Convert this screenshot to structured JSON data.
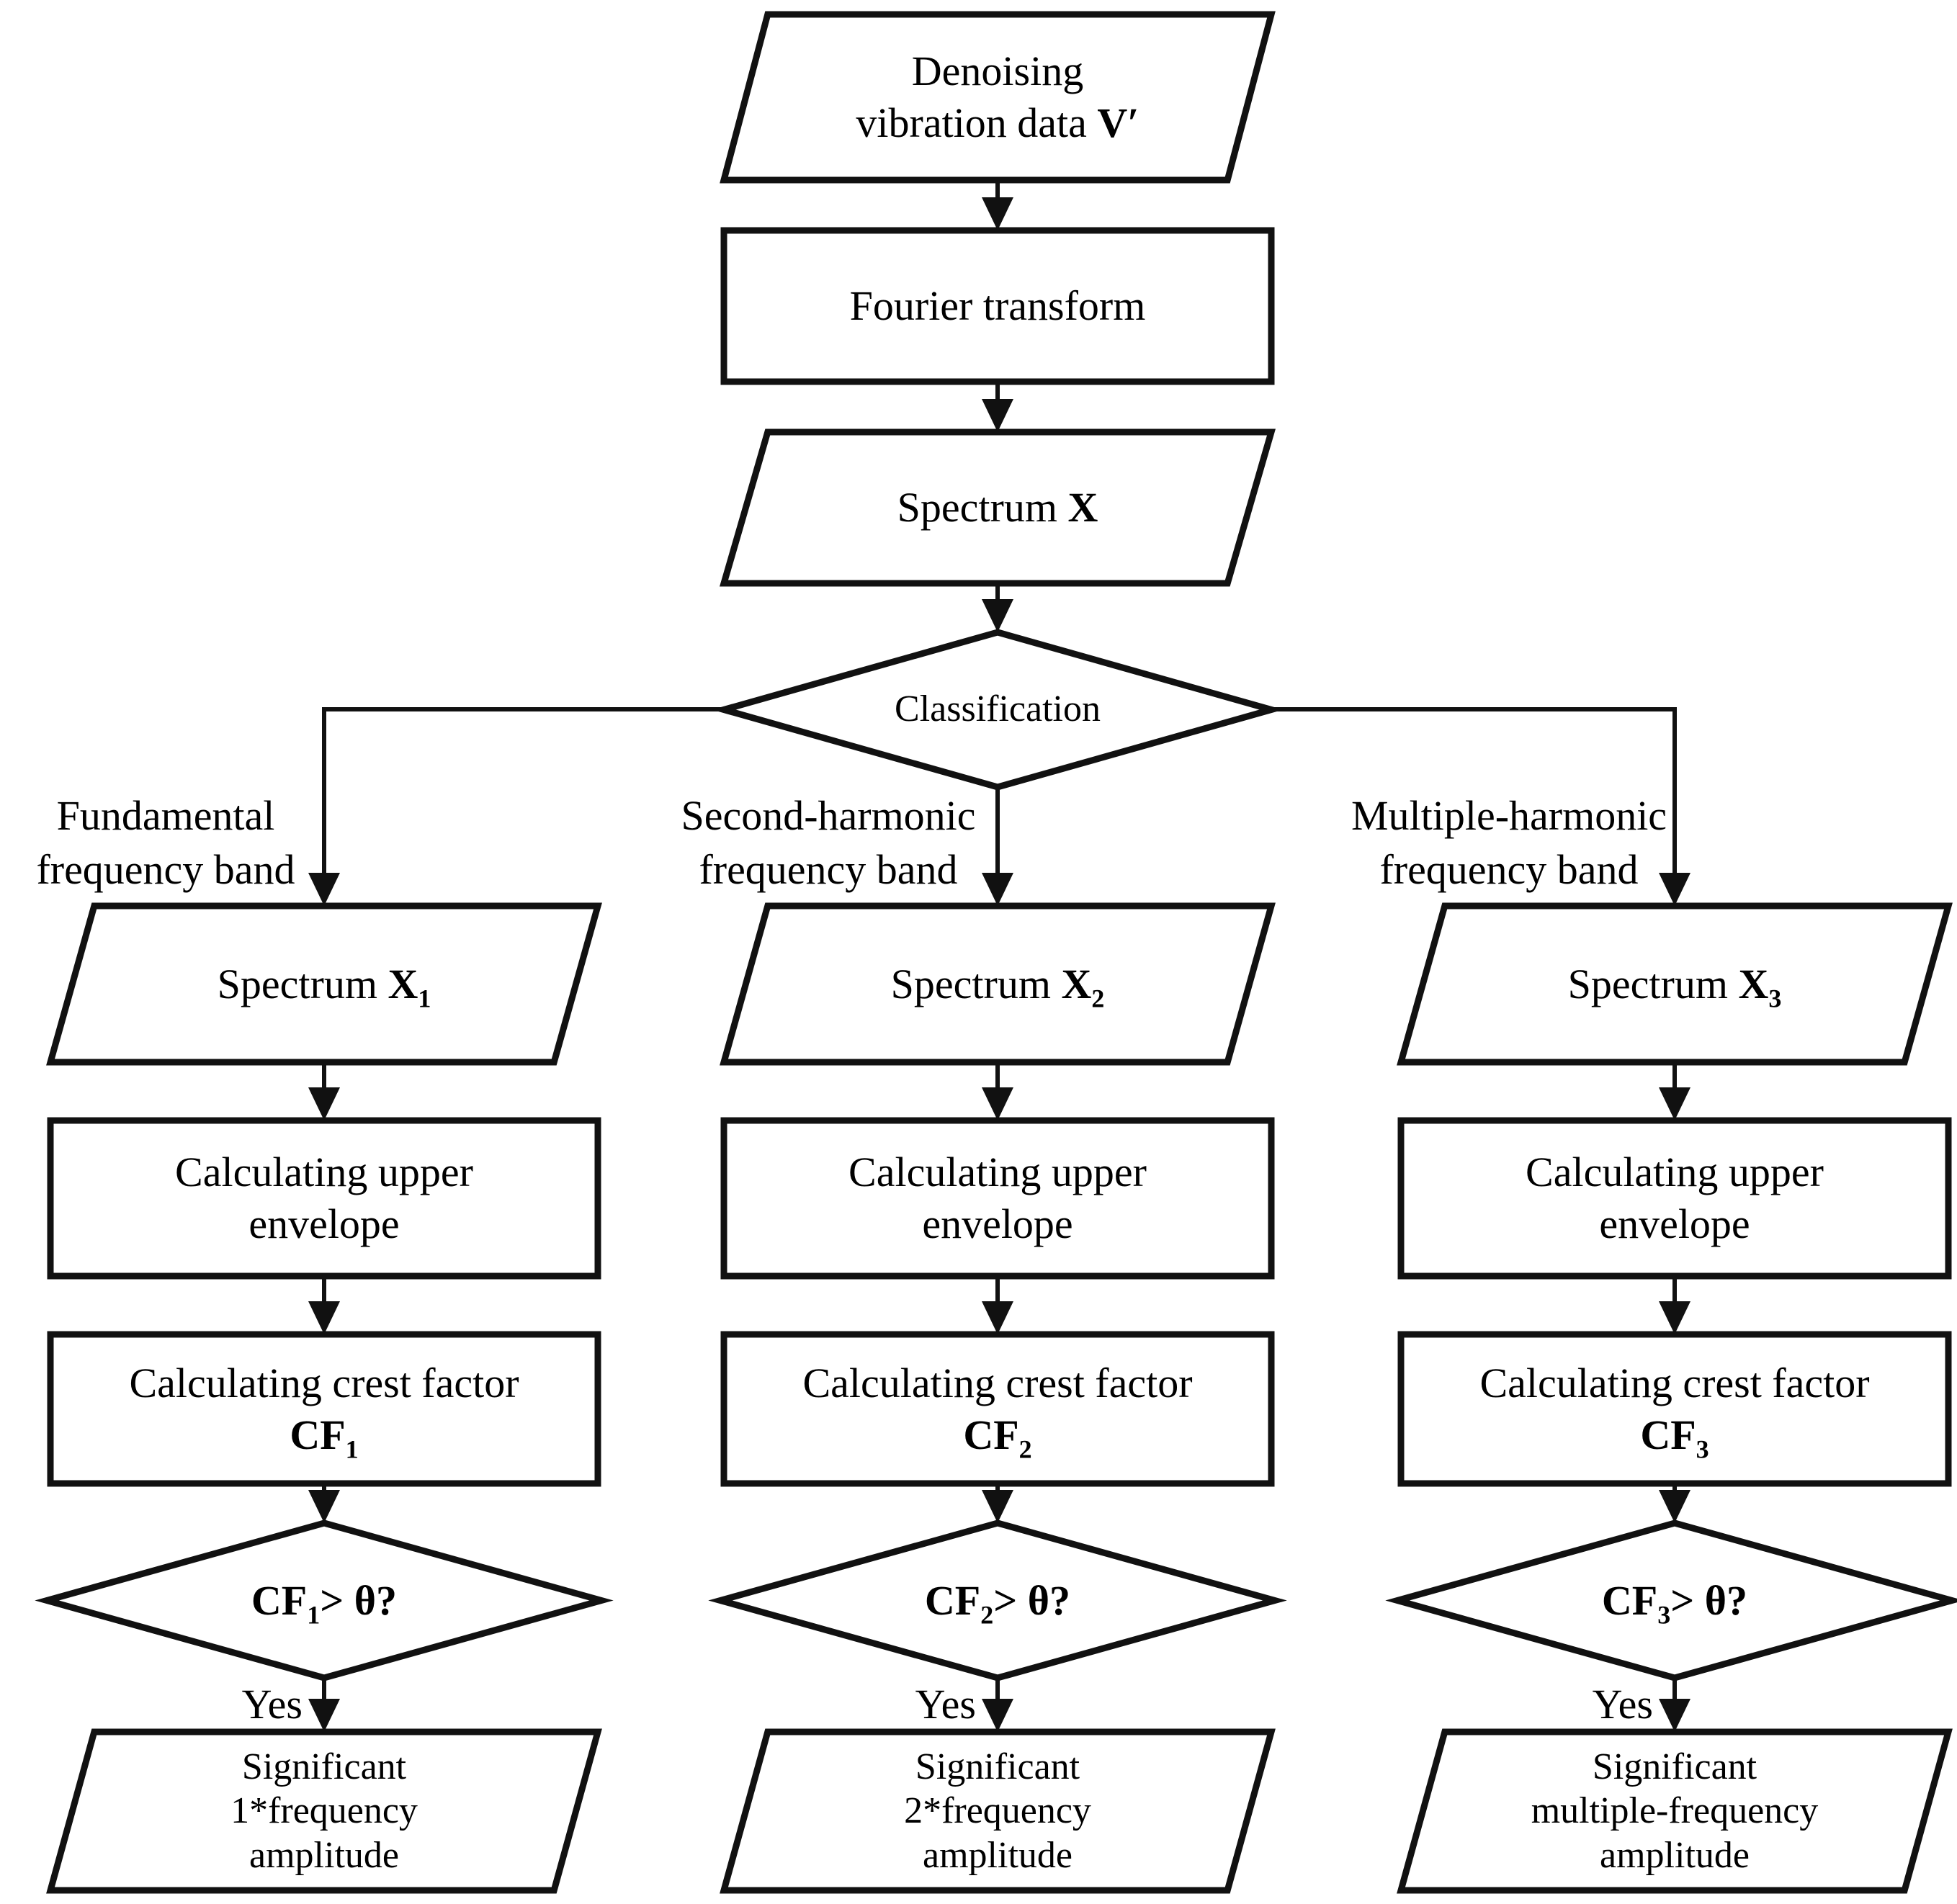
{
  "diagram": {
    "colors": {
      "ink": "#111111",
      "background": "#ffffff"
    },
    "start": {
      "line1": "Denoising",
      "line2": "vibration data ",
      "line2_bold": "V′"
    },
    "fourier": {
      "label": "Fourier transform"
    },
    "spectrum": {
      "prefix": "Spectrum ",
      "symbol": "X"
    },
    "classification": {
      "label": "Classification"
    },
    "branches": [
      {
        "band_line1": "Fundamental",
        "band_line2": "frequency band",
        "spectrum_prefix": "Spectrum ",
        "spectrum_symbol": "X",
        "spectrum_sub": "1",
        "envelope_line1": "Calculating upper",
        "envelope_line2": "envelope",
        "crest_line1": "Calculating crest factor",
        "crest_symbol": "CF",
        "crest_sub": "1",
        "decision_symbol": "CF",
        "decision_sub": "1",
        "decision_rest": "> θ?",
        "yes": "Yes",
        "result_line1": "Significant",
        "result_line2": "1*frequency",
        "result_line3": "amplitude"
      },
      {
        "band_line1": "Second-harmonic",
        "band_line2": "frequency band",
        "spectrum_prefix": "Spectrum ",
        "spectrum_symbol": "X",
        "spectrum_sub": "2",
        "envelope_line1": "Calculating upper",
        "envelope_line2": "envelope",
        "crest_line1": "Calculating crest factor",
        "crest_symbol": "CF",
        "crest_sub": "2",
        "decision_symbol": "CF",
        "decision_sub": "2",
        "decision_rest": "> θ?",
        "yes": "Yes",
        "result_line1": "Significant",
        "result_line2": "2*frequency",
        "result_line3": "amplitude"
      },
      {
        "band_line1": "Multiple-harmonic",
        "band_line2": "frequency band",
        "spectrum_prefix": "Spectrum ",
        "spectrum_symbol": "X",
        "spectrum_sub": "3",
        "envelope_line1": "Calculating upper",
        "envelope_line2": "envelope",
        "crest_line1": "Calculating crest factor",
        "crest_symbol": "CF",
        "crest_sub": "3",
        "decision_symbol": "CF",
        "decision_sub": "3",
        "decision_rest": "> θ?",
        "yes": "Yes",
        "result_line1": "Significant",
        "result_line2": "multiple-frequency",
        "result_line3": "amplitude"
      }
    ]
  }
}
